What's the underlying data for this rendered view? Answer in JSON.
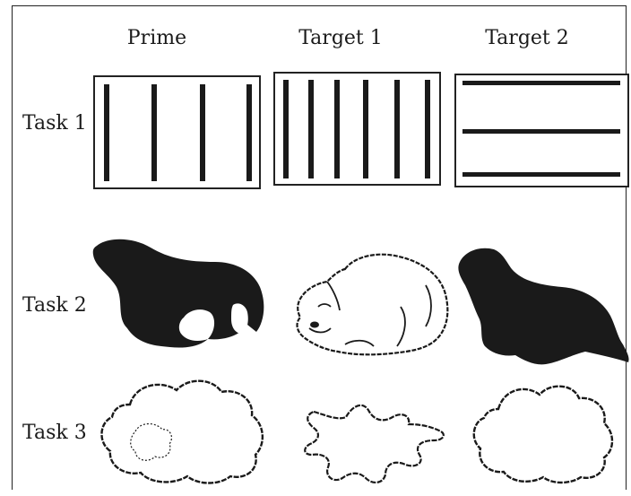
{
  "columns": [
    "Prime",
    "Target 1",
    "Target 2"
  ],
  "rows": [
    "Task 1",
    "Task 2",
    "Task 3"
  ],
  "colors": {
    "ink": "#1a1a1a",
    "background": "#ffffff"
  }
}
